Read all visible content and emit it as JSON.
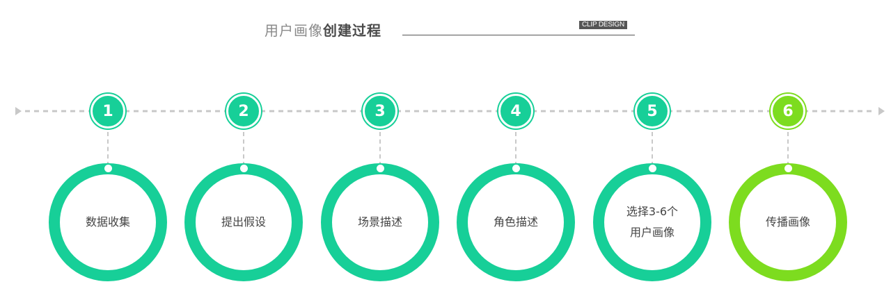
{
  "title": {
    "light": "用户画像",
    "bold": "创建过程",
    "badge": "CLIP DESIGN"
  },
  "colors": {
    "teal": "#17cf98",
    "lime": "#7ddc1f",
    "dash": "#c8c8c8"
  },
  "steps": [
    {
      "number": "1",
      "label": "数据收集",
      "color": "teal"
    },
    {
      "number": "2",
      "label": "提出假设",
      "color": "teal"
    },
    {
      "number": "3",
      "label": "场景描述",
      "color": "teal"
    },
    {
      "number": "4",
      "label": "角色描述",
      "color": "teal"
    },
    {
      "number": "5",
      "label": "选择3-6个\n用户画像",
      "color": "teal"
    },
    {
      "number": "6",
      "label": "传播画像",
      "color": "lime"
    }
  ],
  "icons": {
    "start_arrow": "triangle-right-icon",
    "end_arrow": "triangle-right-icon"
  }
}
